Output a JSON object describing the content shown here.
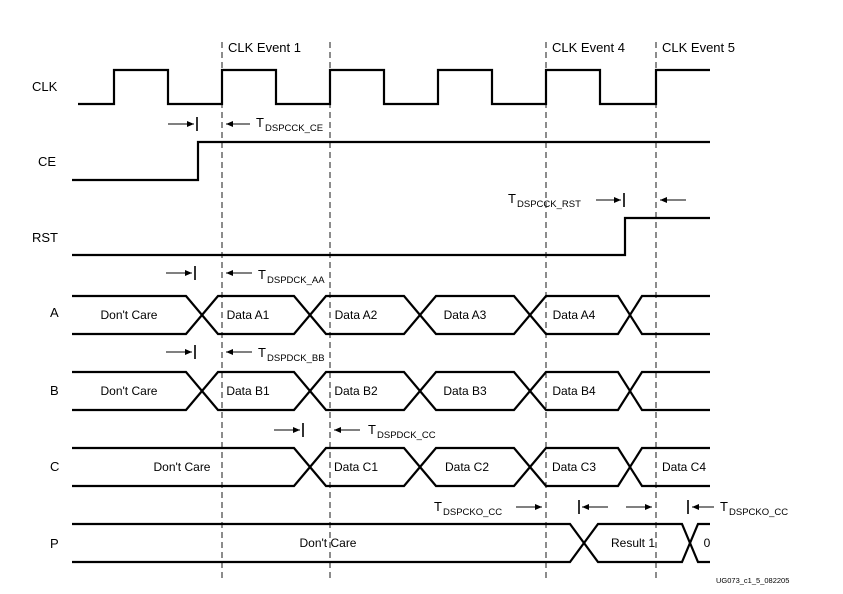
{
  "events": [
    "CLK Event 1",
    "CLK Event 4",
    "CLK Event 5"
  ],
  "signals": {
    "clk": "CLK",
    "ce": "CE",
    "rst": "RST",
    "a": "A",
    "b": "B",
    "c": "C",
    "p": "P"
  },
  "bus_a": [
    "Don't Care",
    "Data A1",
    "Data A2",
    "Data A3",
    "Data A4"
  ],
  "bus_b": [
    "Don't Care",
    "Data B1",
    "Data B2",
    "Data B3",
    "Data B4"
  ],
  "bus_c": [
    "Don't Care",
    "Data C1",
    "Data C2",
    "Data C3",
    "Data C4"
  ],
  "bus_p": [
    "Don't Care",
    "Result 1",
    "0"
  ],
  "timings": {
    "ce": {
      "main": "T",
      "sub": "DSPCCK_CE"
    },
    "rst": {
      "main": "T",
      "sub": "DSPCCK_RST"
    },
    "a": {
      "main": "T",
      "sub": "DSPDCK_AA"
    },
    "b": {
      "main": "T",
      "sub": "DSPDCK_BB"
    },
    "c": {
      "main": "T",
      "sub": "DSPDCK_CC"
    },
    "p_left": {
      "main": "T",
      "sub": "DSPCKO_CC"
    },
    "p_right": {
      "main": "T",
      "sub": "DSPCKO_CC"
    }
  },
  "figure_id": "UG073_c1_5_082205"
}
